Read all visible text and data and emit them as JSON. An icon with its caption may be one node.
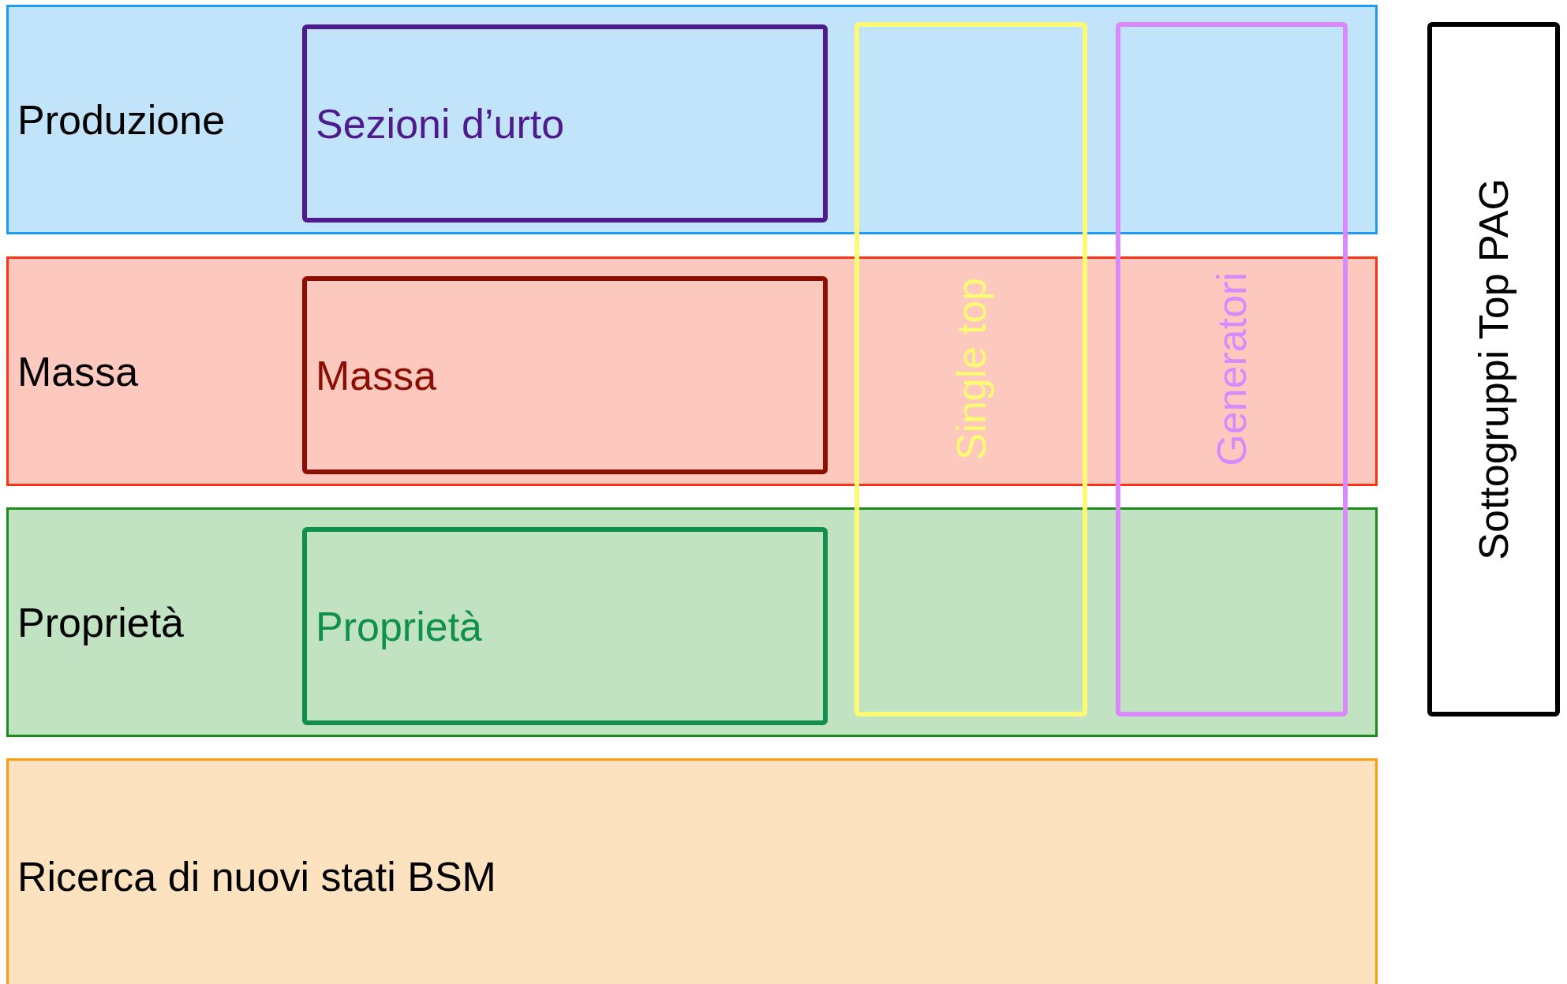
{
  "diagram": {
    "nodes": [
      {
        "text": [
          "Produzione"
        ]
      },
      {
        "text": [
          "Sezioni d’urto"
        ],
        "in": 0
      },
      {
        "text": [
          "Massa"
        ]
      },
      {
        "text": [
          "Massa"
        ],
        "in": 2
      },
      {
        "text": [
          "Proprietà"
        ]
      },
      {
        "text": [
          "Proprietà"
        ],
        "in": 4
      },
      {
        "text": [
          "Ricerca di nuovi stati BSM"
        ]
      },
      {
        "text": [
          "Single top"
        ]
      },
      {
        "text": [
          "Generatori"
        ]
      },
      {
        "text": [
          "Sottogruppi Top PAG"
        ]
      }
    ],
    "edges": []
  }
}
